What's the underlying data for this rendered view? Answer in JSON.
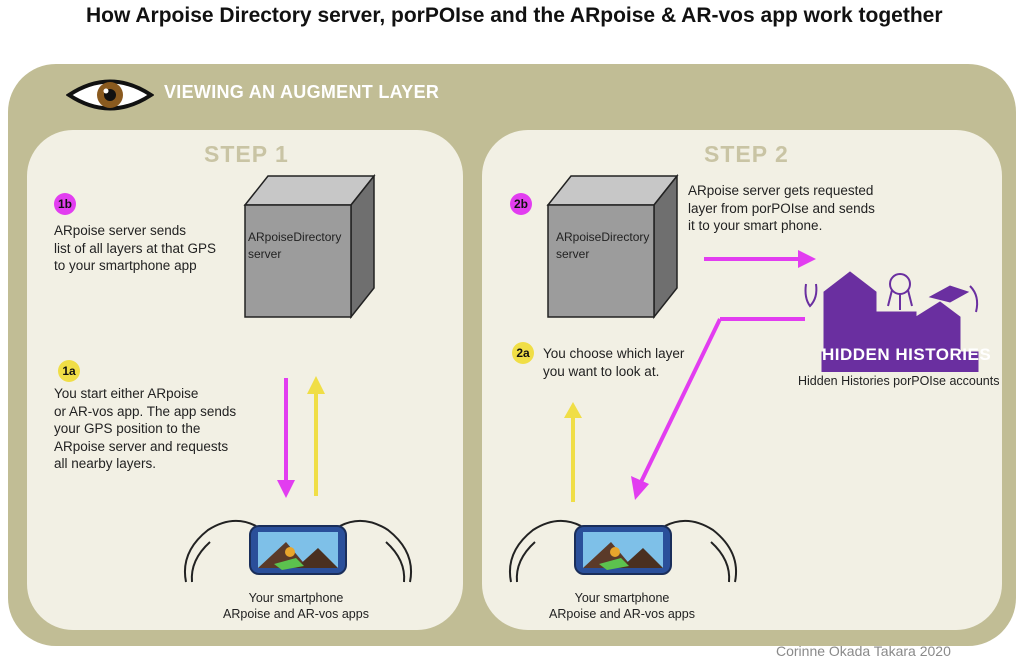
{
  "title": "How Arpoise Directory server, porPOIse and the ARpoise & AR-vos app work together",
  "header": {
    "label": "VIEWING AN AUGMENT LAYER",
    "icon": "eye-icon"
  },
  "step1": {
    "title": "STEP 1",
    "badge_1b": "1b",
    "text_1b": [
      "ARpoise server sends",
      "list of all layers at that GPS",
      "to your smartphone app"
    ],
    "server_label": [
      "ARpoiseDirectory",
      "server"
    ],
    "badge_1a": "1a",
    "text_1a": [
      "You start either ARpoise",
      "or AR-vos app. The app sends",
      "your GPS position to the",
      "ARpoise server and requests",
      "all nearby layers."
    ],
    "phone_caption": [
      "Your smartphone",
      "ARpoise and AR-vos apps"
    ]
  },
  "step2": {
    "title": "STEP 2",
    "badge_2b": "2b",
    "server_label": [
      "ARpoiseDirectory",
      "server"
    ],
    "text_2b": [
      "ARpoise server gets requested",
      "layer from porPOIse and sends",
      "it to your smart phone."
    ],
    "badge_2a": "2a",
    "text_2a": [
      "You choose which layer",
      "you want to look at."
    ],
    "hh_logo": "HIDDEN HISTORIES",
    "hh_caption": "Hidden Histories porPOIse accounts",
    "phone_caption": [
      "Your smartphone",
      "ARpoise and AR-vos apps"
    ]
  },
  "credit": "Corinne Okada Takara 2020",
  "colors": {
    "outer": "#c1bd95",
    "panel": "#f2f0e4",
    "magenta": "#e23df0",
    "yellow": "#f0de46",
    "purple": "#6a2fa0",
    "cube": "#9c9c9c"
  }
}
